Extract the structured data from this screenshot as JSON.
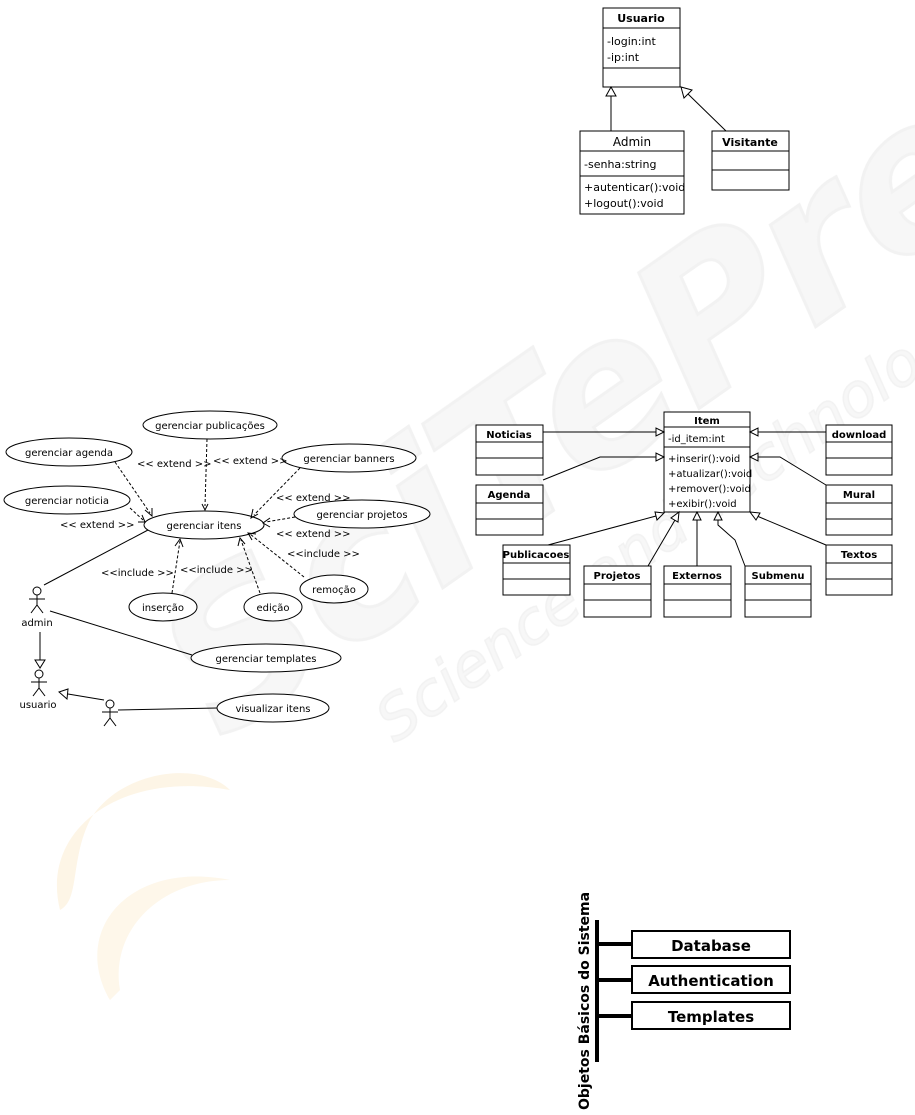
{
  "watermark": {
    "brand": "SciTePress",
    "tagline": "Science and Technology Publications"
  },
  "class_diagram_users": {
    "classes": [
      {
        "name": "Usuario",
        "attributes": [
          "-login:int",
          "-ip:int"
        ],
        "methods": []
      },
      {
        "name": "Admin",
        "attributes": [
          "-senha:string"
        ],
        "methods": [
          "+autenticar():void",
          "+logout():void"
        ]
      },
      {
        "name": "Visitante",
        "attributes": [],
        "methods": []
      }
    ]
  },
  "use_case_diagram": {
    "use_cases": [
      "gerenciar publicações",
      "gerenciar agenda",
      "gerenciar banners",
      "gerenciar noticia",
      "gerenciar itens",
      "gerenciar projetos",
      "remoção",
      "inserção",
      "edição",
      "gerenciar templates",
      "visualizar itens"
    ],
    "relations": [
      "<< extend >>",
      "<< extend >>",
      "<< extend >>",
      "<< extend >>",
      "<< extend >>",
      "<<include >>",
      "<<include >>",
      "<<include >>"
    ],
    "actors": [
      "admin",
      "usuario"
    ]
  },
  "class_diagram_items": {
    "center": {
      "name": "Item",
      "attributes": [
        "-id_item:int"
      ],
      "methods": [
        "+inserir():void",
        "+atualizar():void",
        "+remover():void",
        "+exibir():void"
      ]
    },
    "subclasses": [
      "Noticias",
      "Agenda",
      "download",
      "Mural",
      "Publicacoes",
      "Projetos",
      "Externos",
      "Submenu",
      "Textos"
    ]
  },
  "basic_objects": {
    "title": "Objetos Básicos do Sistema",
    "items": [
      "Database",
      "Authentication",
      "Templates"
    ]
  }
}
